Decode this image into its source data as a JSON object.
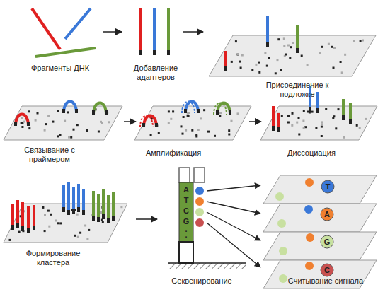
{
  "diagram": {
    "labels": [
      "Фрагменты ДНК",
      "Добавление адаптеров",
      "Присоединение к подложке",
      "Связывание с праймером",
      "Амплификация",
      "Диссоциация",
      "Формирование кластера",
      "A",
      "T",
      "C",
      "G",
      ".",
      ".",
      "T",
      "A",
      "G",
      "C",
      "Секвенирование",
      "Считывание сигнала"
    ]
  }
}
